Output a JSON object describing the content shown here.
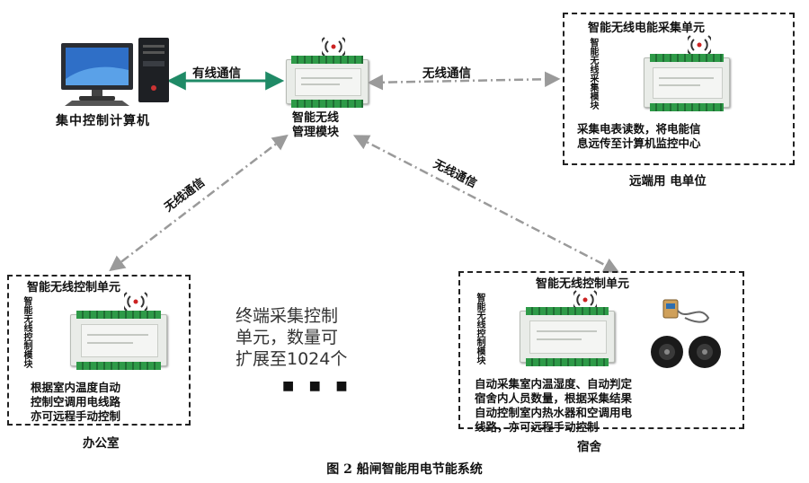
{
  "computer": {
    "label": "集中控制计算机"
  },
  "wired_link": {
    "label": "有线通信"
  },
  "manager": {
    "line1": "智能无线",
    "line2": "管理模块"
  },
  "wireless_label": "无线通信",
  "remote_unit": {
    "title": "智能无线电能采集单元",
    "vertical_label": "智能无线采集模块",
    "desc_line1": "采集电表读数，将电能信",
    "desc_line2": "息远传至计算机监控中心",
    "caption": "远端用 电单位"
  },
  "office_unit": {
    "title": "智能无线控制单元",
    "vertical_label": "智能无线控制模块",
    "desc_line1": "根据室内温度自动",
    "desc_line2": "控制空调用电线路",
    "desc_line3": "亦可远程手动控制",
    "caption": "办公室"
  },
  "dorm_unit": {
    "title": "智能无线控制单元",
    "vertical_label": "智能无线控制模块",
    "desc_line1": "自动采集室内温湿度、自动判定",
    "desc_line2": "宿舍内人员数量，根据采集结果",
    "desc_line3": "自动控制室内热水器和空调用电",
    "desc_line4": "线路，亦可远程手动控制",
    "caption": "宿舍"
  },
  "terminal_note": {
    "line1": "终端采集控制",
    "line2": "单元，数量可",
    "line3": "扩展至1024个",
    "ellipsis": "■ ■ ■"
  },
  "figure_caption": "图 2  船闸智能用电节能系统",
  "colors": {
    "wired": "#1f8a66",
    "wireless": "#9a9a9a"
  }
}
